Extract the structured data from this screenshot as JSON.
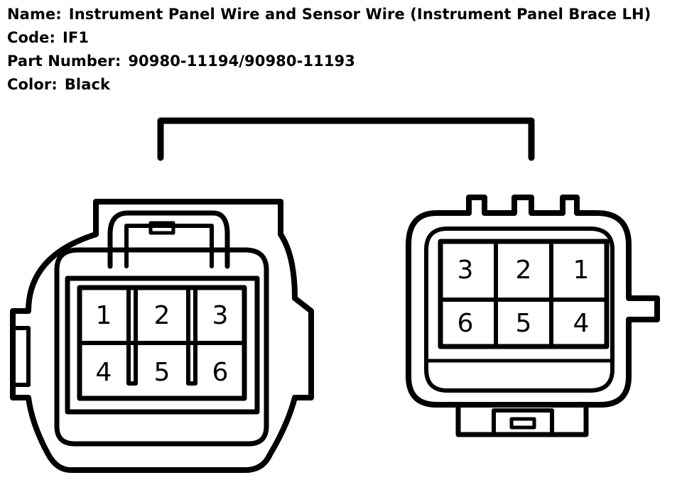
{
  "info": {
    "name_label": "Name:",
    "name_value": "Instrument Panel Wire and Sensor Wire (Instrument Panel Brace LH)",
    "code_label": "Code:",
    "code_value": "IF1",
    "part_label": "Part Number:",
    "part_value": "90980-11194/90980-11193",
    "color_label": "Color:",
    "color_value": "Black"
  },
  "connector_left": {
    "pins": [
      "1",
      "2",
      "3",
      "4",
      "5",
      "6"
    ]
  },
  "connector_right": {
    "pins": [
      "3",
      "2",
      "1",
      "6",
      "5",
      "4"
    ]
  }
}
